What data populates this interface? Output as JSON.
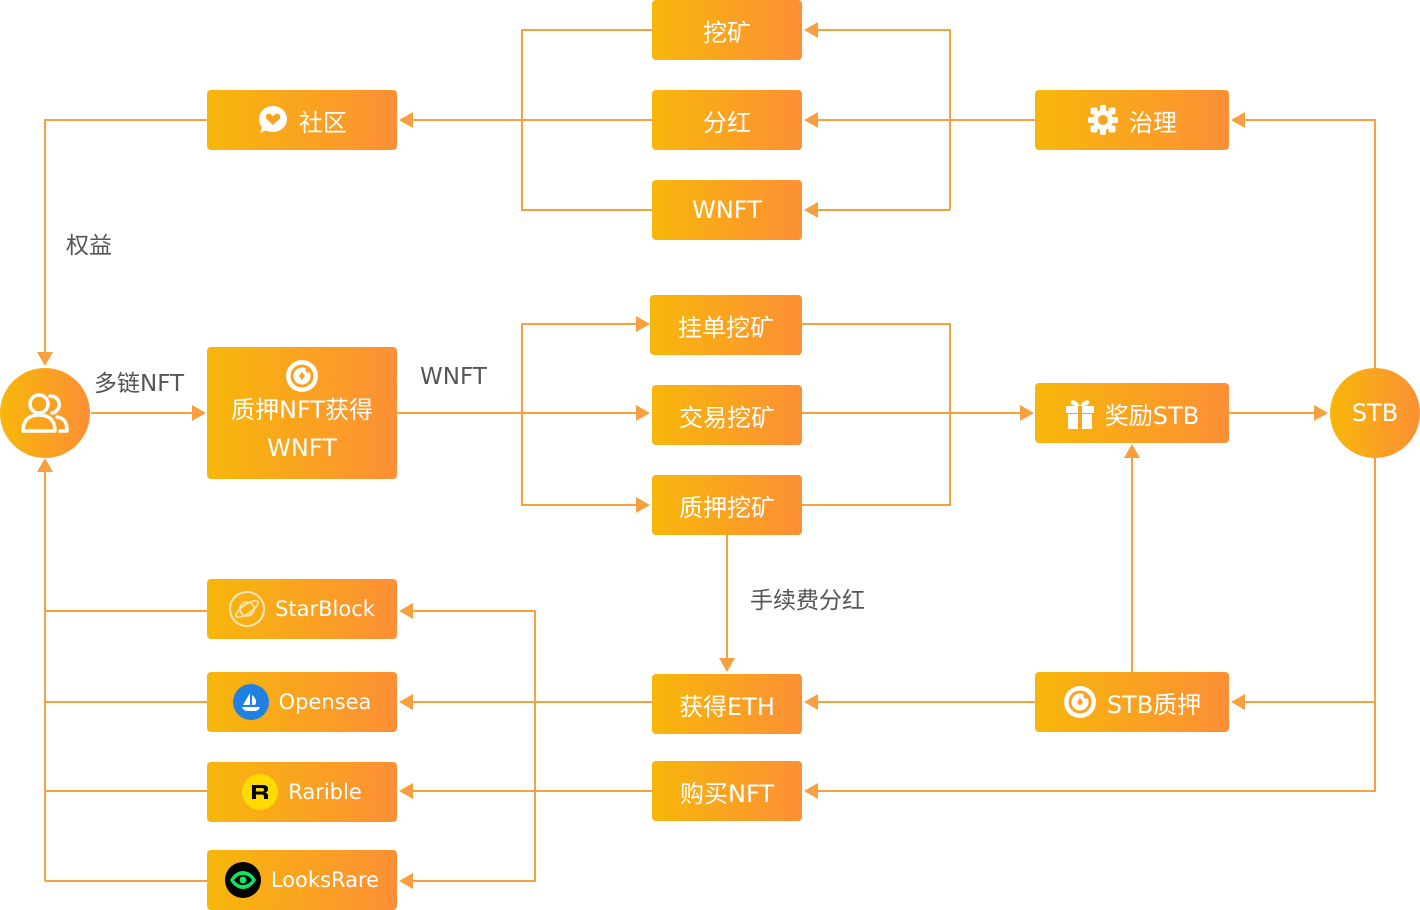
{
  "nodes": {
    "mining": "挖矿",
    "dividend": "分红",
    "wnft_top": "WNFT",
    "community": "社区",
    "governance": "治理",
    "stake_nft_line1": "质押NFT获得",
    "stake_nft_line2": "WNFT",
    "listing_mining": "挂单挖矿",
    "trading_mining": "交易挖矿",
    "staking_mining": "质押挖矿",
    "reward_stb": "奖励STB",
    "stb": "STB",
    "starblock": "StarBlock",
    "opensea": "Opensea",
    "rarible": "Rarible",
    "looksrare": "LooksRare",
    "get_eth": "获得ETH",
    "stb_stake": "STB质押",
    "buy_nft": "购买NFT"
  },
  "edge_labels": {
    "rights": "权益",
    "multichain_nft": "多链NFT",
    "wnft": "WNFT",
    "fee_dividend": "手续费分红"
  },
  "colors": {
    "box_start": "#f7b70a",
    "box_end": "#fc8f35",
    "line": "#f7a040",
    "label_text": "#555555"
  },
  "icons": {
    "users": "users-icon",
    "community": "chat-heart-icon",
    "governance": "gear-icon",
    "stake": "coin-icon",
    "reward": "gift-icon",
    "starblock": "planet-icon",
    "opensea": "opensea-boat-icon",
    "rarible": "rarible-r-icon",
    "looksrare": "looksrare-eye-icon"
  }
}
